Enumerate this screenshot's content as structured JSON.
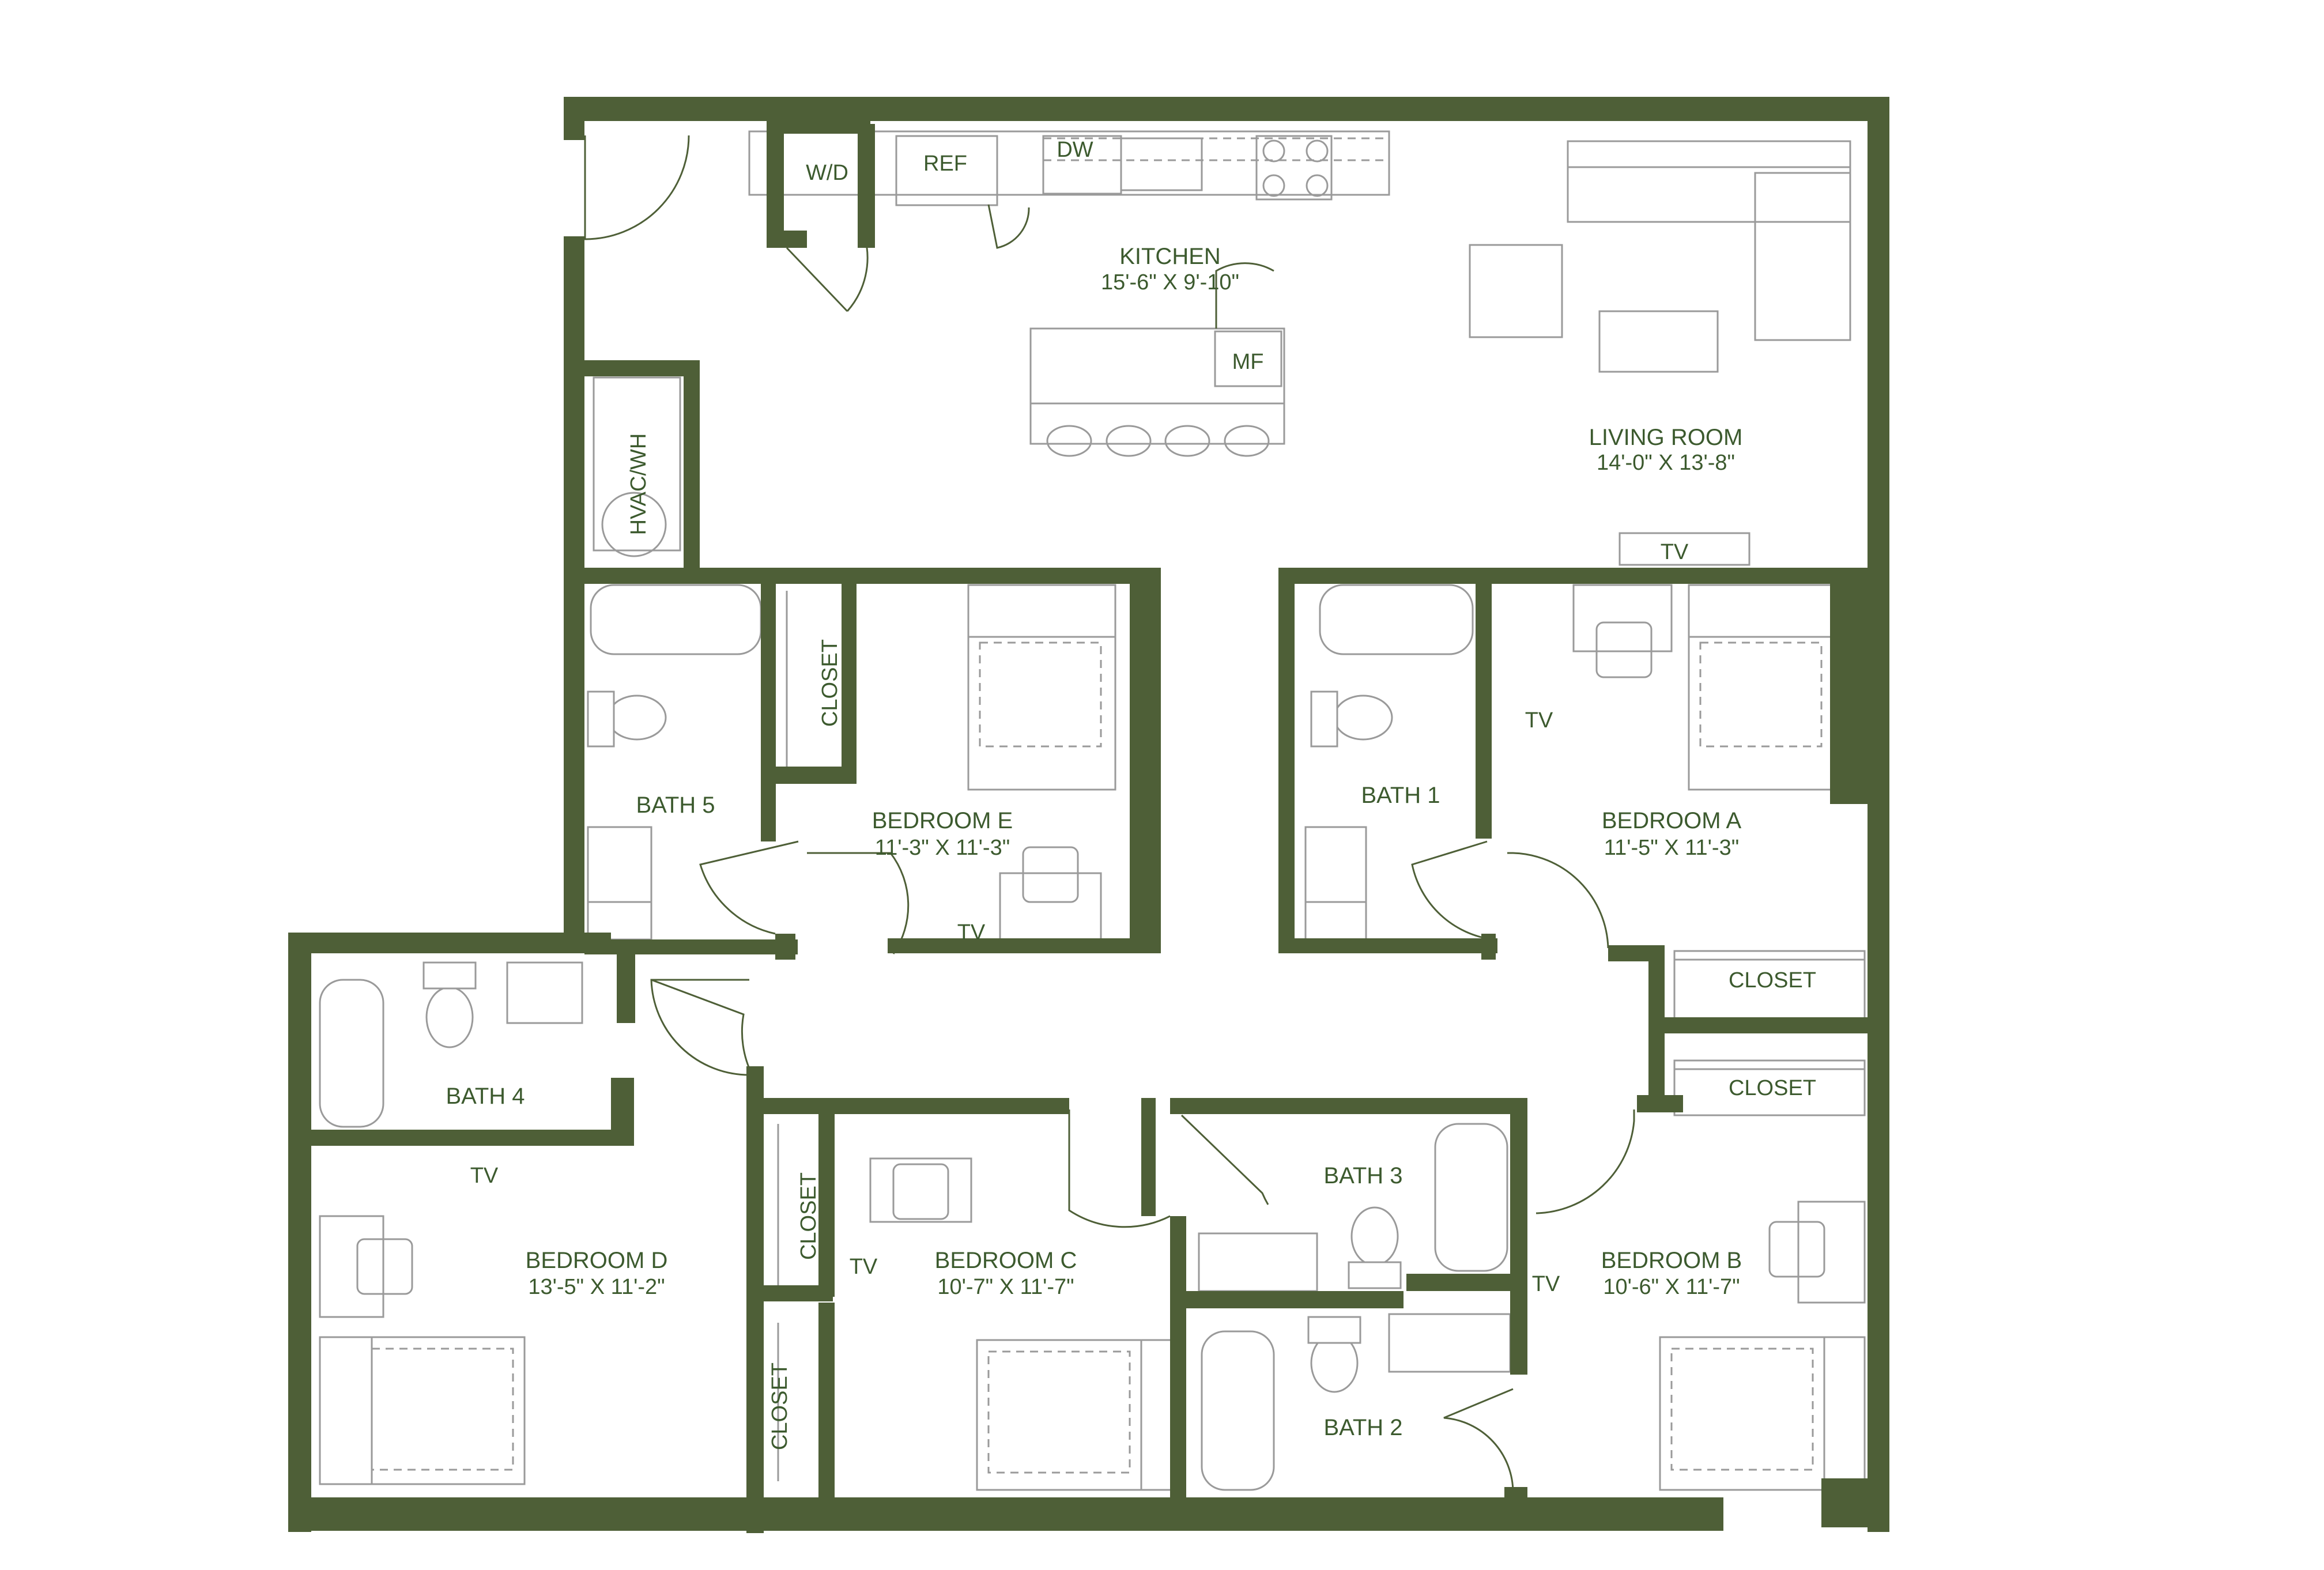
{
  "colors": {
    "wall": "#4e5f37",
    "text": "#3c5a2e",
    "fixture": "#9a9a9a",
    "background": "#ffffff"
  },
  "rooms": {
    "kitchen": {
      "name": "KITCHEN",
      "dims": "15'-6\" X 9'-10\""
    },
    "living_room": {
      "name": "LIVING ROOM",
      "dims": "14'-0\" X 13'-8\""
    },
    "bedroom_a": {
      "name": "BEDROOM A",
      "dims": "11'-5\" X 11'-3\""
    },
    "bedroom_b": {
      "name": "BEDROOM B",
      "dims": "10'-6\" X 11'-7\""
    },
    "bedroom_c": {
      "name": "BEDROOM C",
      "dims": "10'-7\" X 11'-7\""
    },
    "bedroom_d": {
      "name": "BEDROOM D",
      "dims": "13'-5\" X 11'-2\""
    },
    "bedroom_e": {
      "name": "BEDROOM E",
      "dims": "11'-3\" X 11'-3\""
    },
    "bath_1": {
      "name": "BATH 1"
    },
    "bath_2": {
      "name": "BATH 2"
    },
    "bath_3": {
      "name": "BATH 3"
    },
    "bath_4": {
      "name": "BATH 4"
    },
    "bath_5": {
      "name": "BATH 5"
    }
  },
  "labels": {
    "wd": "W/D",
    "ref": "REF",
    "dw": "DW",
    "mf": "MF",
    "hvac": "HVAC/WH",
    "tv": "TV",
    "closet": "CLOSET"
  }
}
